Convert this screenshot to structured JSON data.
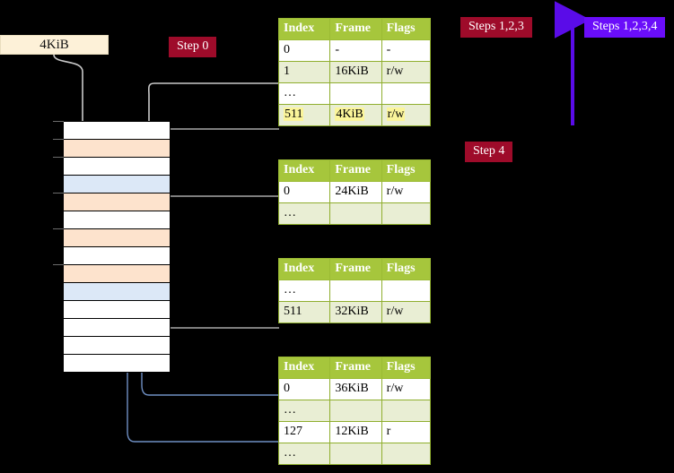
{
  "diagram": {
    "title": "page-table-walk",
    "colors": {
      "table_header": "#a6c63c",
      "table_alt_row": "#e9eed4",
      "highlight": "#fbf59a",
      "badge_red": "#9e0b2a",
      "badge_blue": "#6a0dfa",
      "mem_orange": "#fde3cd",
      "mem_blue": "#dce8f7",
      "kib_box": "#fdf1d8",
      "wire_gray": "#b9b9b9",
      "wire_blue": "#6f8fc4",
      "arrow_blue": "#4a73b5"
    }
  },
  "labels": {
    "kib_box": "4KiB",
    "step0": "Step 0",
    "step4": "Step 4",
    "steps123": "Steps 1,2,3",
    "steps1234": "Steps 1,2,3,4"
  },
  "tables": [
    {
      "name": "pml4-table",
      "headers": [
        "Index",
        "Frame",
        "Flags"
      ],
      "rows": [
        {
          "alt": false,
          "highlight": false,
          "cells": [
            "0",
            "-",
            "-"
          ]
        },
        {
          "alt": true,
          "highlight": false,
          "cells": [
            "1",
            "16KiB",
            "r/w"
          ]
        },
        {
          "alt": false,
          "highlight": false,
          "cells": [
            "…",
            "",
            ""
          ]
        },
        {
          "alt": true,
          "highlight": true,
          "cells": [
            "511",
            "4KiB",
            "r/w"
          ]
        }
      ]
    },
    {
      "name": "pdpt-table",
      "headers": [
        "Index",
        "Frame",
        "Flags"
      ],
      "rows": [
        {
          "alt": false,
          "highlight": false,
          "cells": [
            "0",
            "24KiB",
            "r/w"
          ]
        },
        {
          "alt": true,
          "highlight": false,
          "cells": [
            "…",
            "",
            ""
          ]
        }
      ]
    },
    {
      "name": "pd-table",
      "headers": [
        "Index",
        "Frame",
        "Flags"
      ],
      "rows": [
        {
          "alt": false,
          "highlight": false,
          "cells": [
            "…",
            "",
            ""
          ]
        },
        {
          "alt": true,
          "highlight": false,
          "cells": [
            "511",
            "32KiB",
            "r/w"
          ]
        }
      ]
    },
    {
      "name": "pt-table",
      "headers": [
        "Index",
        "Frame",
        "Flags"
      ],
      "rows": [
        {
          "alt": false,
          "highlight": false,
          "cells": [
            "0",
            "36KiB",
            "r/w"
          ]
        },
        {
          "alt": true,
          "highlight": false,
          "cells": [
            "…",
            "",
            ""
          ]
        },
        {
          "alt": false,
          "highlight": false,
          "cells": [
            "127",
            "12KiB",
            "r"
          ]
        },
        {
          "alt": true,
          "highlight": false,
          "cells": [
            "…",
            "",
            ""
          ]
        }
      ]
    }
  ],
  "memory": {
    "name": "physical-memory-column",
    "rows": [
      {
        "fill": "white"
      },
      {
        "fill": "orange"
      },
      {
        "fill": "white"
      },
      {
        "fill": "blue"
      },
      {
        "fill": "orange"
      },
      {
        "fill": "white"
      },
      {
        "fill": "orange"
      },
      {
        "fill": "white"
      },
      {
        "fill": "orange"
      },
      {
        "fill": "blue"
      },
      {
        "fill": "white"
      },
      {
        "fill": "white"
      },
      {
        "fill": "white"
      },
      {
        "fill": "white"
      }
    ]
  }
}
